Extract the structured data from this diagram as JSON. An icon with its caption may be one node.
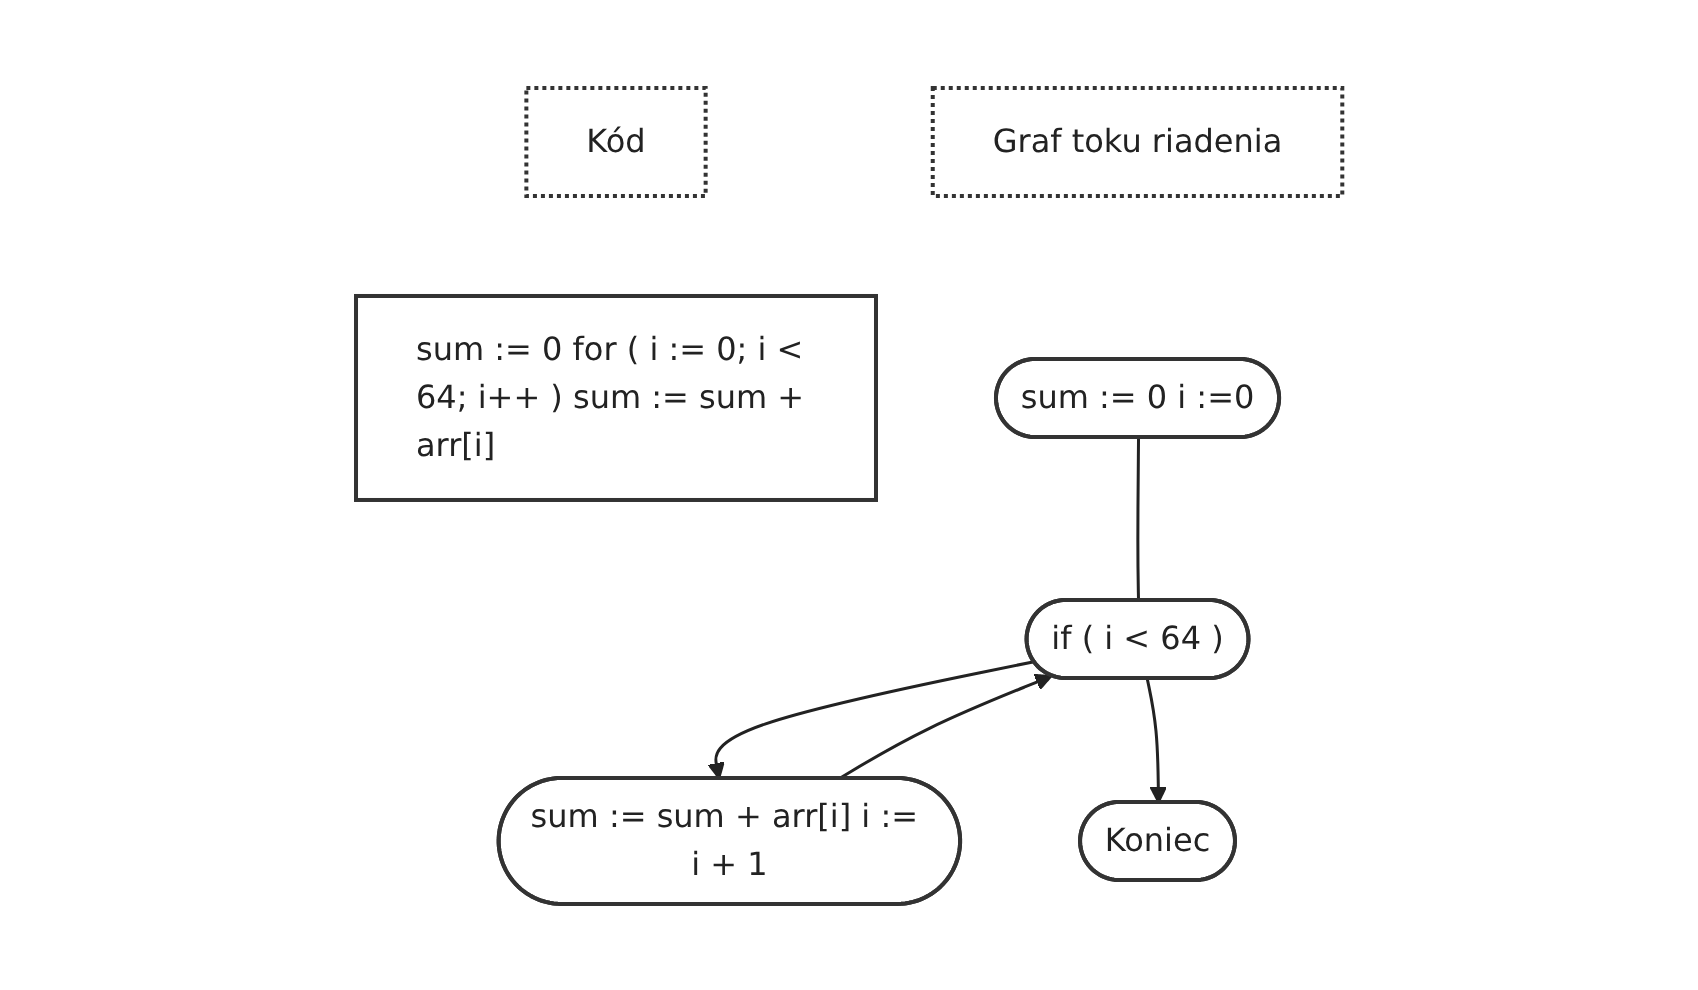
{
  "diagram": {
    "nodes": [
      {
        "text": [
          "Kód"
        ]
      },
      {
        "text": [
          "Graf toku riadenia"
        ]
      },
      {
        "text": [
          "sum := 0 for ( i := 0; i < 64; i++ ) sum := sum + arr[i]"
        ]
      },
      {
        "text": [
          "sum := 0 i :=0"
        ]
      },
      {
        "text": [
          "if ( i < 64 )"
        ]
      },
      {
        "text": [
          "sum := sum + arr[i] i := i + 1"
        ]
      },
      {
        "text": [
          "Koniec"
        ]
      }
    ],
    "edges": [
      {
        "from": 3,
        "to": 4,
        "arrow": "none"
      },
      {
        "from": 4,
        "to": 5,
        "arrow": "to"
      },
      {
        "from": 5,
        "to": 4,
        "arrow": "to"
      },
      {
        "from": 4,
        "to": 6,
        "arrow": "to"
      }
    ]
  }
}
